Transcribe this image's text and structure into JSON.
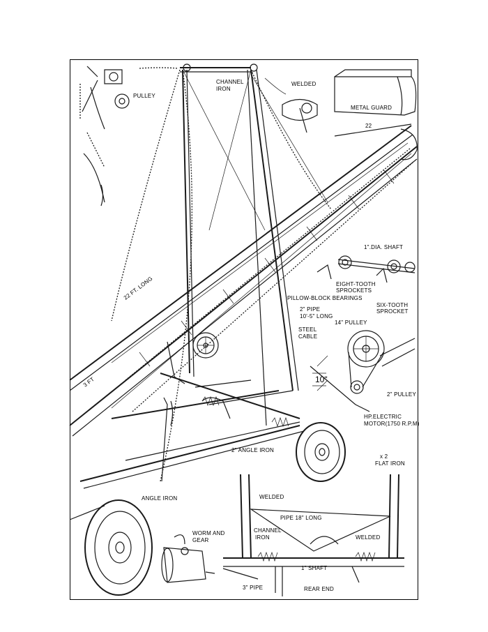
{
  "labels": {
    "pulley": "PULLEY",
    "channel_iron_top_1": "CHANNEL",
    "channel_iron_top_2": "IRON",
    "welded_top": "WELDED",
    "metal_guard": "METAL GUARD",
    "width_22": "22",
    "length_22ft": "22 FT. LONG",
    "three_ft": "3 FT",
    "dia_shaft": "1\".DIA. SHAFT",
    "eight_tooth_1": "EIGHT-TOOTH",
    "eight_tooth_2": "SPROCKETS",
    "pillow_block": "PILLOW-BLOCK BEARINGS",
    "six_tooth_1": "SIX-TOOTH",
    "six_tooth_2": "SPROCKET",
    "pipe_2_1": "2\" PIPE",
    "pipe_2_2": "10'-5\" LONG",
    "steel_cable_1": "STEEL",
    "steel_cable_2": "CABLE",
    "pulley_14": "14\" PULLEY",
    "dim_10": "10\"",
    "pulley_2": "2\" PULLEY",
    "motor_1": "HP.ELECTRIC",
    "motor_2": "MOTOR(1750 R.P.M)",
    "angle_iron_2": "2\" ANGLE IRON",
    "flat_iron_1": "x 2",
    "flat_iron_2": "FLAT IRON",
    "angle_iron_1_5": "ANGLE IRON",
    "welded_mid": "WELDED",
    "pipe_2_18": "PIPE 18\" LONG",
    "worm_gear_1": "WORM AND",
    "worm_gear_2": "GEAR",
    "channel_iron_bottom_1": "CHANNEL",
    "channel_iron_bottom_2": "IRON",
    "welded_right": "WELDED",
    "shaft_1": "1\" SHAFT",
    "pipe_3": "3\" PIPE",
    "rear_end": "REAR END"
  },
  "colors": {
    "ink": "#1a1a1a",
    "background": "#ffffff"
  }
}
